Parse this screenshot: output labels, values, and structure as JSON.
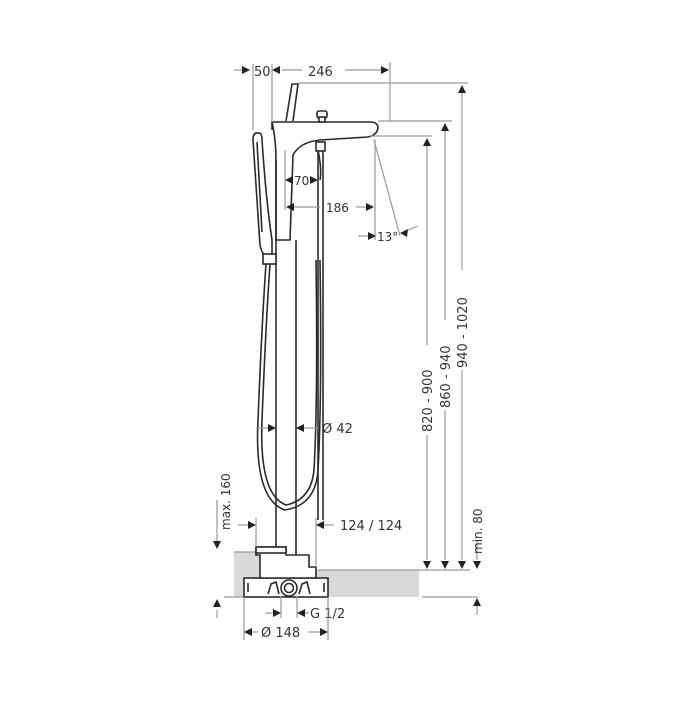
{
  "drawing": {
    "title": "Freestanding bath mixer dimension drawing",
    "colors": {
      "background": "#ffffff",
      "object_line": "#2a2a2a",
      "dimension_line": "#9a9a9a",
      "floor_fill": "#d9d9d9",
      "text": "#333333"
    },
    "dimensions": {
      "top_offset": "50",
      "spout_reach": "246",
      "inner_offset": "70",
      "spout_outlet": "186",
      "spout_angle": "13°",
      "pipe_diameter": "Ø 42",
      "height_spout": "820 - 900",
      "height_mid": "860 - 940",
      "height_total": "940 - 1020",
      "base_clearance": "124 / 124",
      "max_height": "max. 160",
      "min_depth": "min. 80",
      "connection": "G 1/2",
      "base_diameter": "Ø 148"
    }
  }
}
